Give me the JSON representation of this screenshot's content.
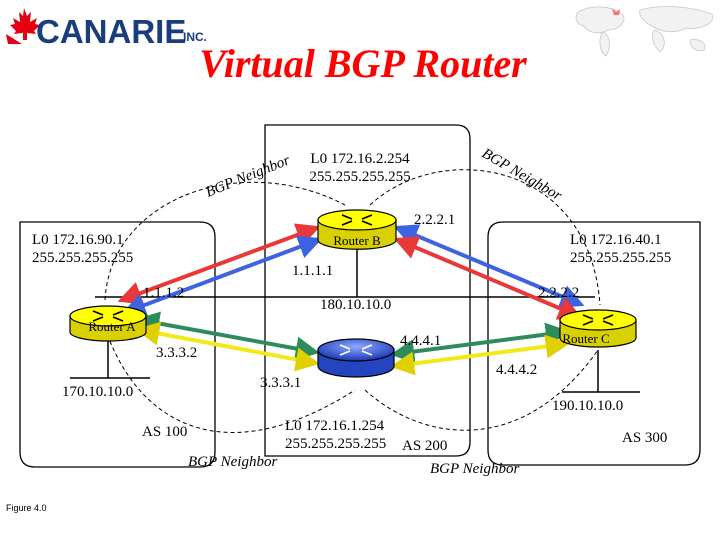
{
  "logo": {
    "name": "CANARIE",
    "suffix": "INC."
  },
  "title": "Virtual BGP Router",
  "figure_label": "Figure 4.0",
  "routers": {
    "a": "Router A",
    "b": "Router B",
    "c": "Router C"
  },
  "loopbacks": {
    "b_addr": "L0 172.16.2.254",
    "b_mask": "255.255.255.255",
    "a_addr": "L0 172.16.90.1",
    "a_mask": "255.255.255.255",
    "c_addr": "L0 172.16.40.1",
    "c_mask": "255.255.255.255",
    "v_addr": "L0 172.16.1.254",
    "v_mask": "255.255.255.255"
  },
  "interfaces": {
    "b_221": "2.2.2.1",
    "b_111": "1.1.1.1",
    "a_112": "1.1.1.2",
    "c_222": "2.2.2.2",
    "a_332": "3.3.3.2",
    "v_331": "3.3.3.1",
    "v_441": "4.4.4.1",
    "c_442": "4.4.4.2"
  },
  "networks": {
    "core": "180.10.10.0",
    "a_lan": "170.10.10.0",
    "c_lan": "190.10.10.0"
  },
  "as": {
    "a": "AS 100",
    "v": "AS 200",
    "c": "AS 300"
  },
  "bgp": {
    "neighbor": "BGP Neighbor"
  },
  "colors": {
    "red_link": "#e8383a",
    "blue_link": "#3d63e0",
    "yellow_link": "#f2e81a",
    "green_link": "#2e8b5e",
    "router_top": "#ffff00",
    "router_body": "#d8d000",
    "virtual_router": "#3a5ed8",
    "title": "#ff0000",
    "logo": "#1a3d7c"
  }
}
